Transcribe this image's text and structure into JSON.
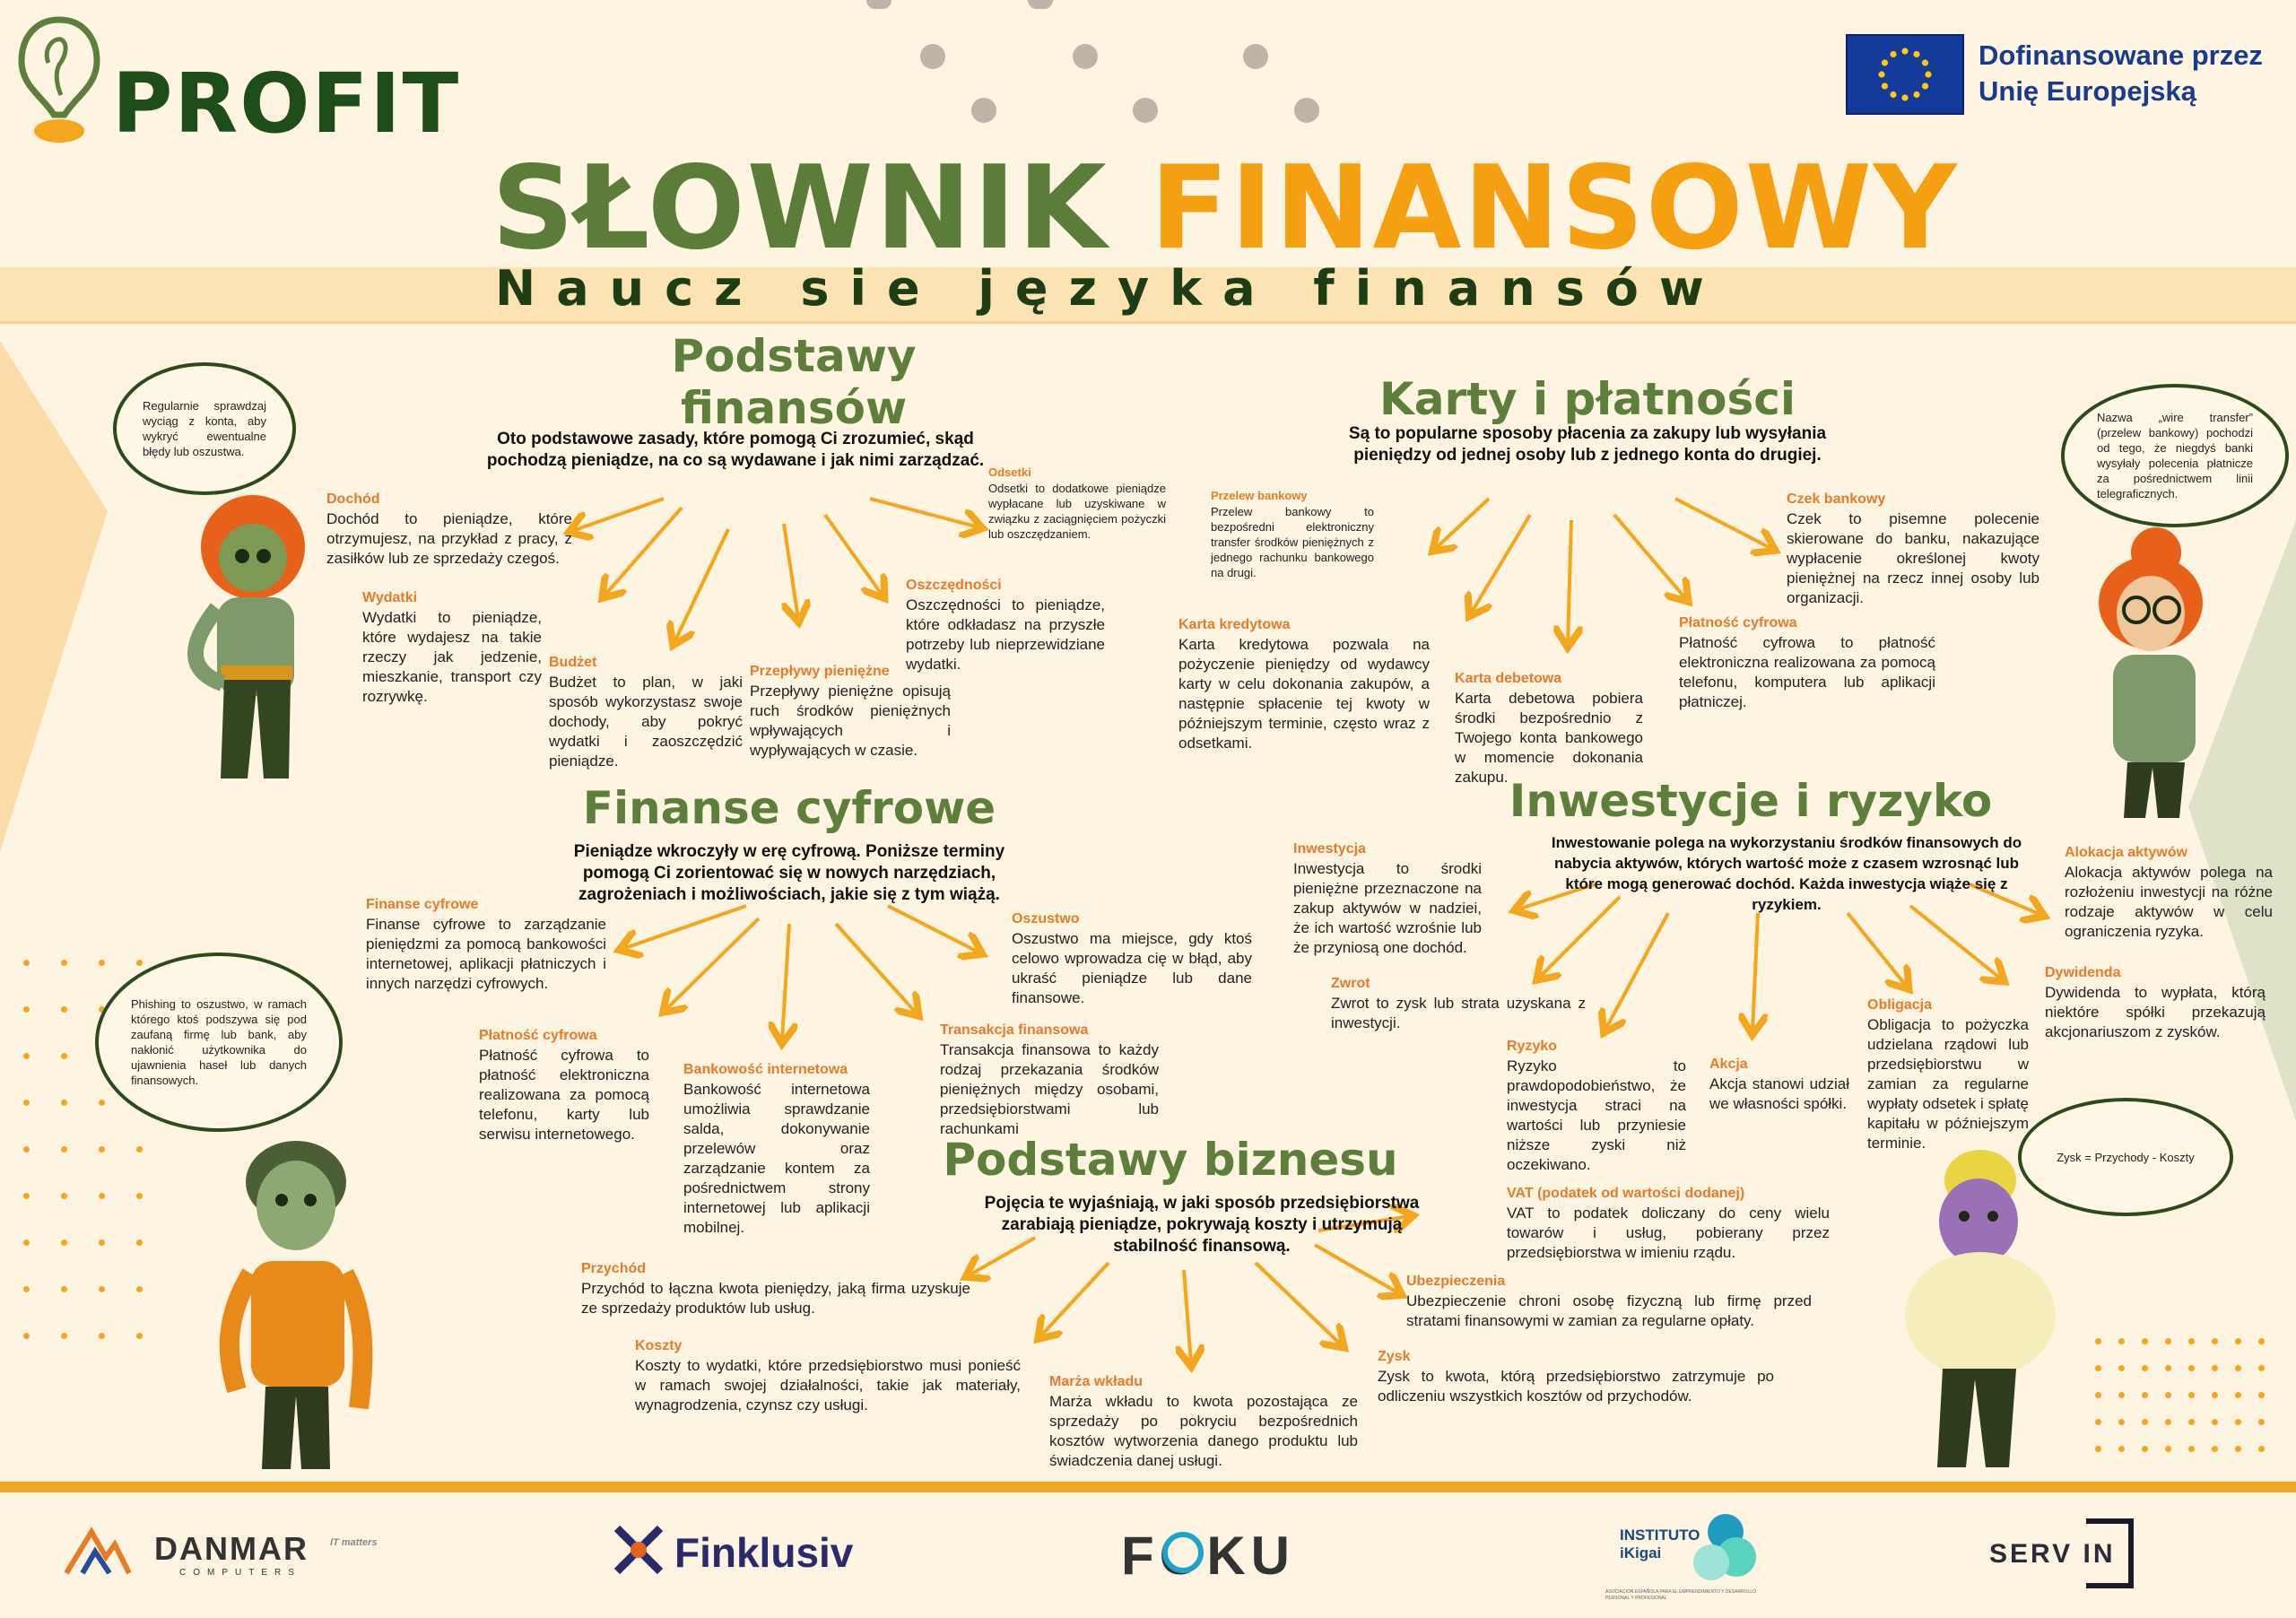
{
  "header": {
    "brand": "PROFIT",
    "eu_line1": "Dofinansowane przez",
    "eu_line2": "Unię Europejską",
    "title_part1": "SŁOWNIK",
    "title_part2": "FINANSOWY",
    "subtitle": "Naucz sie języka finansów"
  },
  "colors": {
    "green": "#5e7e3c",
    "orange": "#f5a012",
    "term_orange": "#e87b2a",
    "dark_green": "#1f3d14",
    "background": "#fdf4e1"
  },
  "bubbles": {
    "top_left": "Regularnie sprawdzaj wyciąg z konta, aby wykryć ewentualne błędy lub oszustwa.",
    "mid_left": "Phishing to oszustwo, w ramach którego ktoś podszywa się pod zaufaną firmę lub bank, aby nakłonić użytkownika do ujawnienia haseł lub danych finansowych.",
    "top_right": "Nazwa „wire transfer” (przelew bankowy) pochodzi od tego, że niegdyś banki wysyłały polecenia płatnicze za pośrednictwem linii telegraficznych.",
    "bottom_right": "Zysk = Przychody - Koszty"
  },
  "podstawy": {
    "title_line1": "Podstawy",
    "title_line2": "finansów",
    "intro": "Oto podstawowe zasady, które pomogą Ci zrozumieć, skąd pochodzą pieniądze, na co są wydawane i jak nimi zarządzać.",
    "terms": [
      {
        "term": "Dochód",
        "desc": "Dochód to pieniądze, które otrzymujesz, na przykład z pracy, z zasiłków lub ze sprzedaży czegoś."
      },
      {
        "term": "Wydatki",
        "desc": "Wydatki to pieniądze, które wydajesz na takie rzeczy jak jedzenie, mieszkanie, transport czy rozrywkę."
      },
      {
        "term": "Budżet",
        "desc": "Budżet to plan, w jaki sposób wykorzystasz swoje dochody, aby pokryć wydatki i zaoszczędzić pieniądze."
      },
      {
        "term": "Przepływy pieniężne",
        "desc": "Przepływy pieniężne opisują ruch środków pieniężnych wpływających i wypływających w czasie."
      },
      {
        "term": "Oszczędności",
        "desc": "Oszczędności to pieniądze, które odkładasz na przyszłe potrzeby lub nieprzewidziane wydatki."
      },
      {
        "term": "Odsetki",
        "desc": "Odsetki to dodatkowe pieniądze wypłacane lub uzyskiwane w związku z zaciągnięciem pożyczki lub oszczędzaniem."
      }
    ]
  },
  "karty": {
    "title": "Karty i płatności",
    "intro": "Są to popularne sposoby płacenia za zakupy lub wysyłania pieniędzy od jednej osoby lub z jednego konta do drugiej.",
    "terms": [
      {
        "term": "Przelew bankowy",
        "desc": "Przelew bankowy to bezpośredni elektroniczny transfer środków pieniężnych z jednego rachunku bankowego na drugi."
      },
      {
        "term": "Karta kredytowa",
        "desc": "Karta kredytowa pozwala na pożyczenie pieniędzy od wydawcy karty w celu dokonania zakupów, a następnie spłacenie tej kwoty w późniejszym terminie, często wraz z odsetkami."
      },
      {
        "term": "Karta debetowa",
        "desc": "Karta debetowa pobiera środki bezpośrednio z Twojego konta bankowego w momencie dokonania zakupu."
      },
      {
        "term": "Płatność cyfrowa",
        "desc": "Płatność cyfrowa to płatność elektroniczna realizowana za pomocą telefonu, komputera lub aplikacji płatniczej."
      },
      {
        "term": "Czek bankowy",
        "desc": "Czek to pisemne polecenie skierowane do banku, nakazujące wypłacenie określonej kwoty pieniężnej na rzecz innej osoby lub organizacji."
      }
    ]
  },
  "cyfrowe": {
    "title": "Finanse cyfrowe",
    "intro": "Pieniądze wkroczyły w erę cyfrową. Poniższe terminy pomogą Ci zorientować się w nowych narzędziach, zagrożeniach i możliwościach, jakie się z tym wiążą.",
    "terms": [
      {
        "term": "Finanse cyfrowe",
        "desc": "Finanse cyfrowe to zarządzanie pieniędzmi za pomocą bankowości internetowej, aplikacji płatniczych i innych narzędzi cyfrowych."
      },
      {
        "term": "Płatność cyfrowa",
        "desc": "Płatność cyfrowa to płatność elektroniczna realizowana za pomocą telefonu, karty lub serwisu internetowego."
      },
      {
        "term": "Bankowość internetowa",
        "desc": "Bankowość internetowa umożliwia sprawdzanie salda, dokonywanie przelewów oraz zarządzanie kontem za pośrednictwem strony internetowej lub aplikacji mobilnej."
      },
      {
        "term": "Transakcja finansowa",
        "desc": "Transakcja finansowa to każdy rodzaj przekazania środków pieniężnych między osobami, przedsiębiorstwami lub rachunkami"
      },
      {
        "term": "Oszustwo",
        "desc": "Oszustwo ma miejsce, gdy ktoś celowo wprowadza cię w błąd, aby ukraść pieniądze lub dane finansowe."
      }
    ]
  },
  "inwestycje": {
    "title": "Inwestycje i ryzyko",
    "intro": "Inwestowanie polega na wykorzystaniu środków finansowych do nabycia aktywów, których wartość może z czasem wzrosnąć lub które mogą generować dochód. Każda inwestycja wiąże się z ryzykiem.",
    "terms": [
      {
        "term": "Inwestycja",
        "desc": "Inwestycja to środki pieniężne przeznaczone na zakup aktywów w nadziei, że ich wartość wzrośnie lub że przyniosą one dochód."
      },
      {
        "term": "Zwrot",
        "desc": "Zwrot to zysk lub strata uzyskana z inwestycji."
      },
      {
        "term": "Ryzyko",
        "desc": "Ryzyko to prawdopodobieństwo, że inwestycja straci na wartości lub przyniesie niższe zyski niż oczekiwano."
      },
      {
        "term": "Akcja",
        "desc": "Akcja stanowi udział we własności spółki."
      },
      {
        "term": "Obligacja",
        "desc": "Obligacja to pożyczka udzielana rządowi lub przedsiębiorstwu w zamian za regularne wypłaty odsetek i spłatę kapitału w późniejszym terminie."
      },
      {
        "term": "Alokacja aktywów",
        "desc": "Alokacja aktywów polega na rozłożeniu inwestycji na różne rodzaje aktywów w celu ograniczenia ryzyka."
      },
      {
        "term": "Dywidenda",
        "desc": "Dywidenda to wypłata, którą niektóre spółki przekazują akcjonariuszom z zysków."
      }
    ]
  },
  "biznes": {
    "title": "Podstawy biznesu",
    "intro": "Pojęcia te wyjaśniają, w jaki sposób przedsiębiorstwa zarabiają pieniądze, pokrywają koszty i utrzymują stabilność finansową.",
    "terms": [
      {
        "term": "Przychód",
        "desc": "Przychód to łączna kwota pieniędzy, jaką firma uzyskuje ze sprzedaży produktów lub usług."
      },
      {
        "term": "Koszty",
        "desc": "Koszty to wydatki, które przedsiębiorstwo musi ponieść w ramach swojej działalności, takie jak materiały, wynagrodzenia, czynsz czy usługi."
      },
      {
        "term": "Marża wkładu",
        "desc": "Marża wkładu to kwota pozostająca ze sprzedaży po pokryciu bezpośrednich kosztów wytworzenia danego produktu lub świadczenia danej usługi."
      },
      {
        "term": "Zysk",
        "desc": "Zysk to kwota, którą przedsiębiorstwo zatrzymuje po odliczeniu wszystkich kosztów od przychodów."
      },
      {
        "term": "Ubezpieczenia",
        "desc": "Ubezpieczenie chroni osobę fizyczną lub firmę przed stratami finansowymi w zamian za regularne opłaty."
      },
      {
        "term": "VAT (podatek od wartości dodanej)",
        "desc": "VAT to podatek doliczany do ceny wielu towarów i usług, pobierany przez przedsiębiorstwa w imieniu rządu."
      }
    ]
  },
  "partners": {
    "danmar": "DANMAR",
    "danmar_sub": "COMPUTERS",
    "danmar_tag": "IT matters",
    "finklusiv": "Finklusiv",
    "foku": "FOKU",
    "ikigai": "INSTITUTO iKigai",
    "ikigai_sub": "ASOCIACIÓN ESPAÑOLA PARA EL EMPRENDIMIENTO Y DESARROLLO PERSONAL Y PROFESIONAL",
    "servin": "SERV IN"
  }
}
